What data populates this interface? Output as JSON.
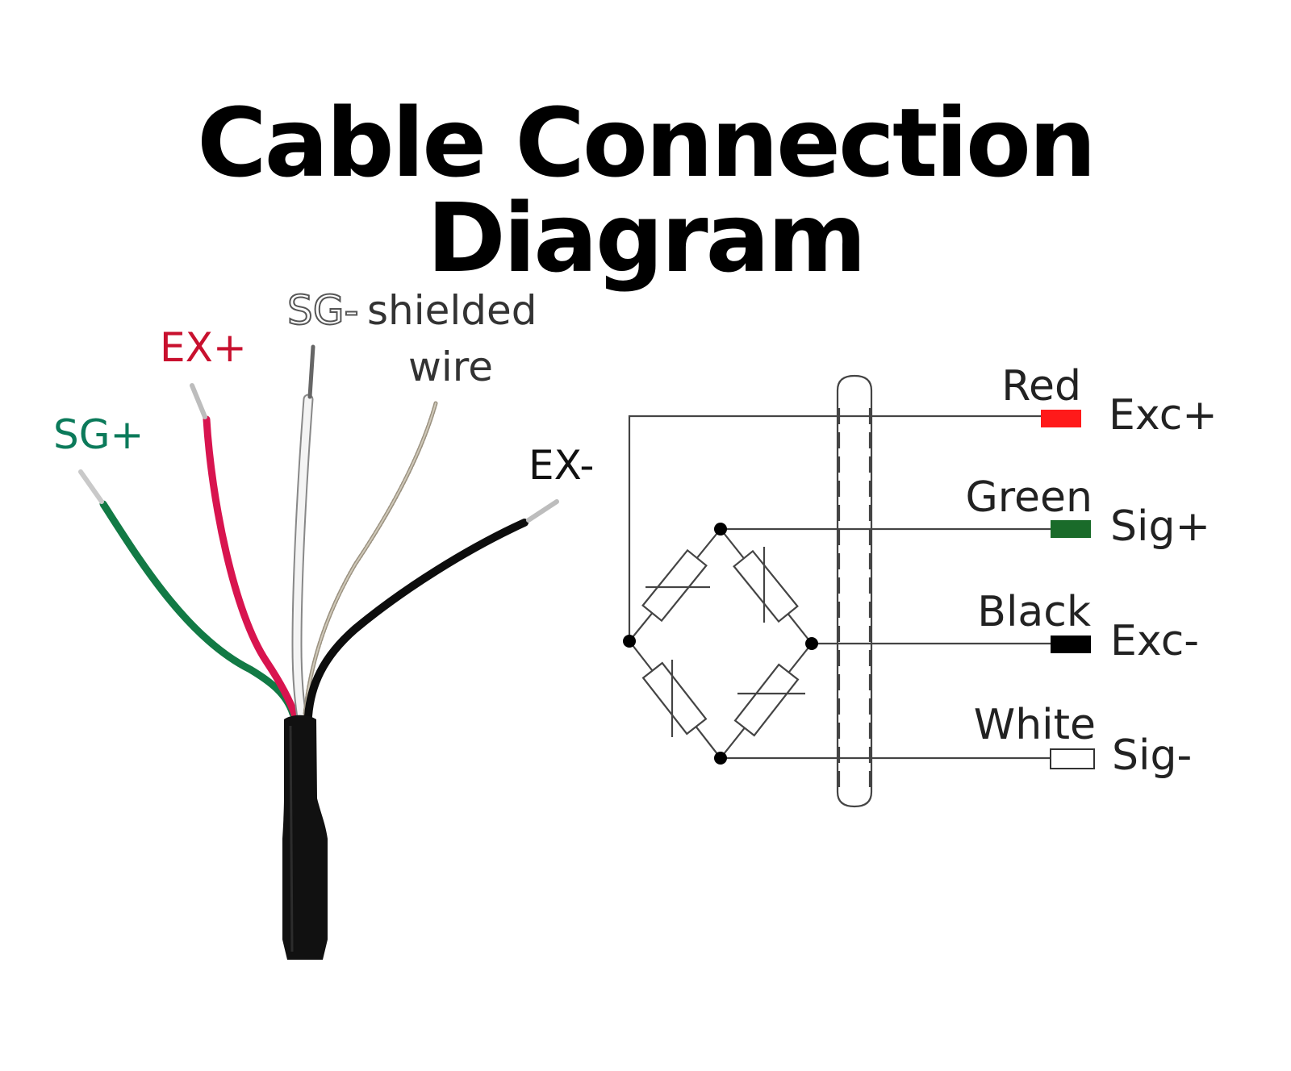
{
  "title": "Cable Connection Diagram",
  "cable_labels": [
    {
      "text": "SG+",
      "color": "#0b7a5a"
    },
    {
      "text": "EX+",
      "color": "#c8102e"
    },
    {
      "text": "SG-",
      "color": "#ffffff",
      "outline": "#555555"
    },
    {
      "text": "shielded",
      "color": "#333333"
    },
    {
      "text": "wire",
      "color": "#333333"
    },
    {
      "text": "EX-",
      "color": "#111111"
    }
  ],
  "wires": [
    {
      "color_name": "Red",
      "signal": "Exc+",
      "swatch": "#ff1a1a"
    },
    {
      "color_name": "Green",
      "signal": "Sig+",
      "swatch": "#1a6b2a"
    },
    {
      "color_name": "Black",
      "signal": "Exc-",
      "swatch": "#000000"
    },
    {
      "color_name": "White",
      "signal": "Sig-",
      "swatch": "#ffffff"
    }
  ]
}
